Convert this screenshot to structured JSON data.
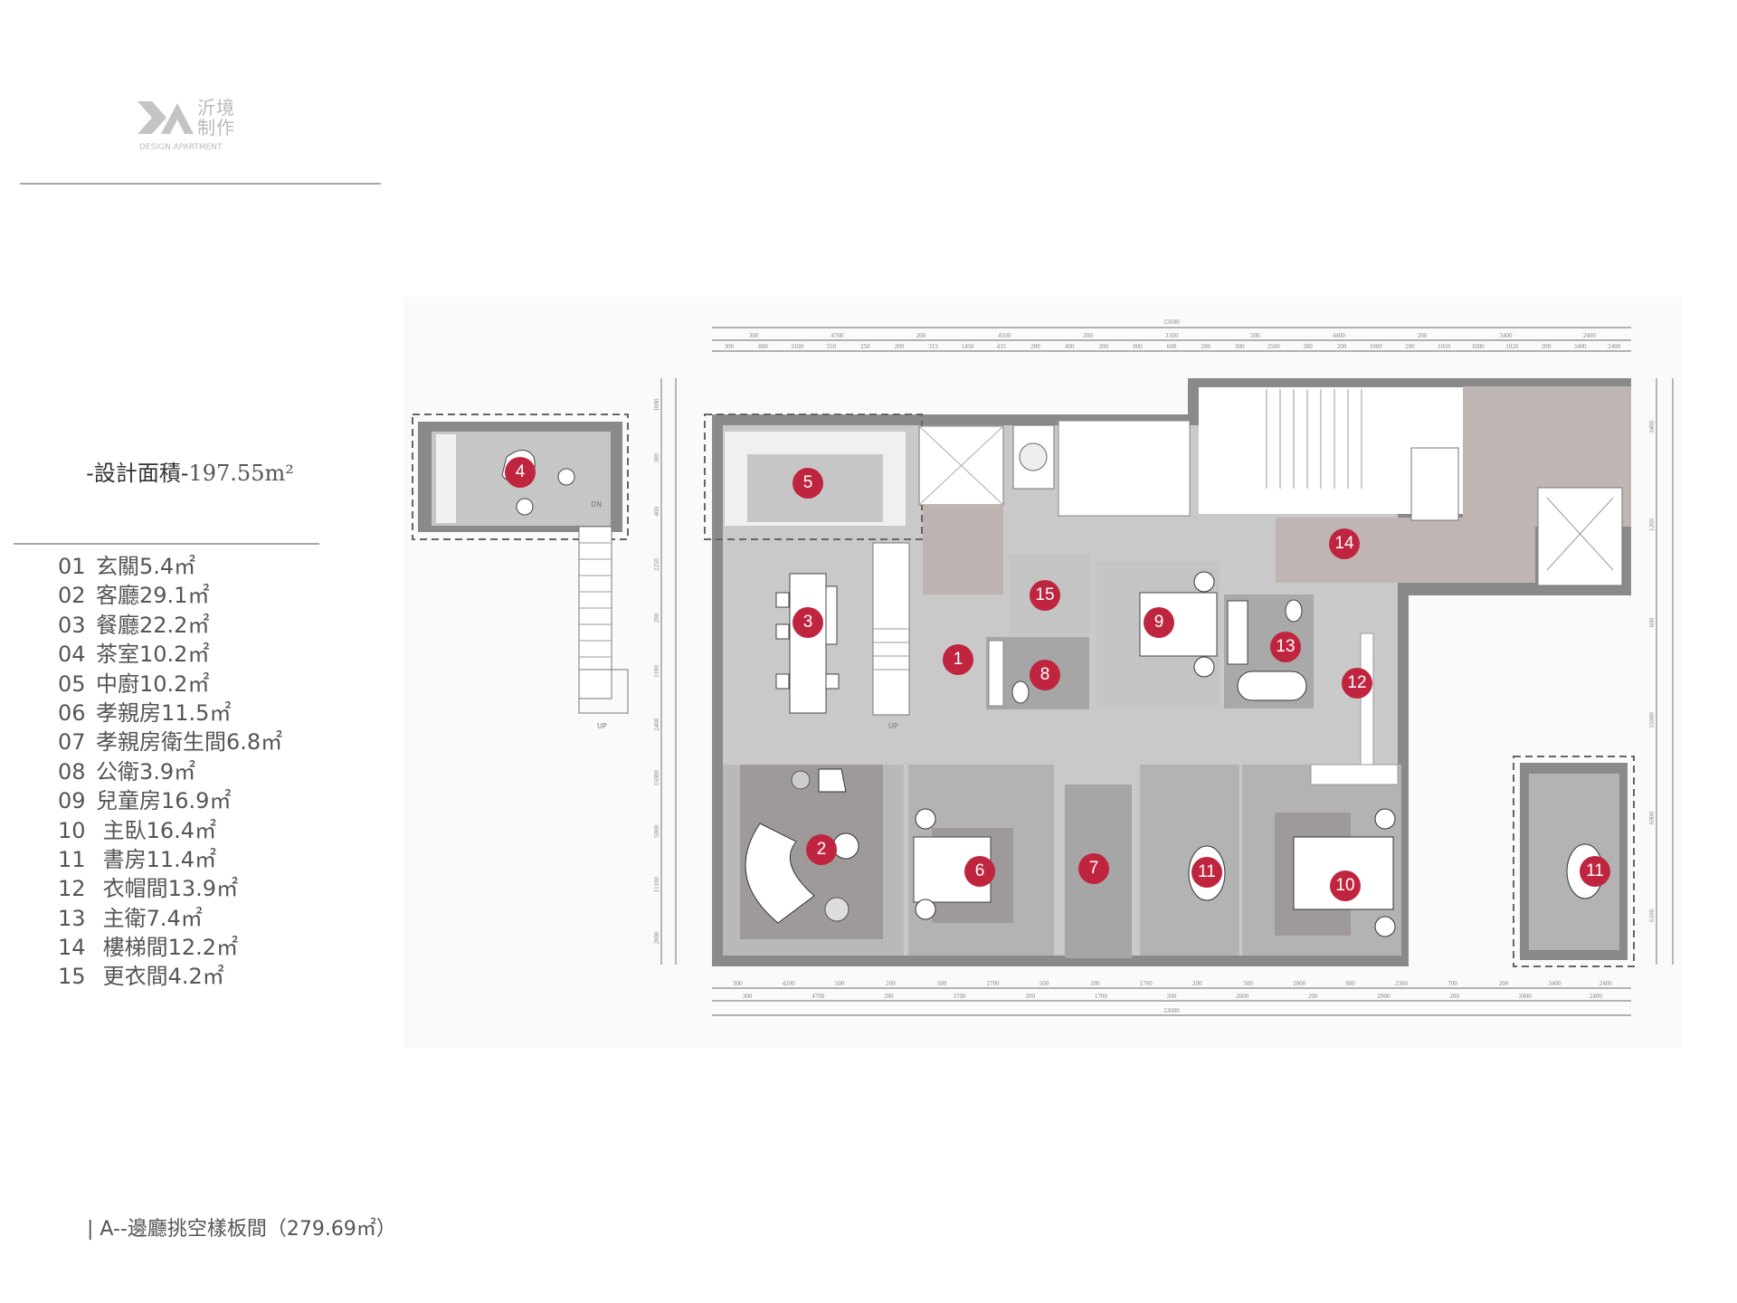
{
  "logo": {
    "mark": ">A",
    "chinese": "沂境制作",
    "english": "DESIGN APARTMENT"
  },
  "design_area": {
    "label": "-設計面積-",
    "value": "197.55m²"
  },
  "legend": [
    {
      "no": "01",
      "name": "玄關",
      "area": "5.4㎡"
    },
    {
      "no": "02",
      "name": "客廳",
      "area": "29.1㎡"
    },
    {
      "no": "03",
      "name": "餐廳",
      "area": "22.2㎡"
    },
    {
      "no": "04",
      "name": "茶室",
      "area": "10.2㎡"
    },
    {
      "no": "05",
      "name": "中廚",
      "area": "10.2㎡"
    },
    {
      "no": "06",
      "name": "孝親房",
      "area": "11.5㎡"
    },
    {
      "no": "07",
      "name": "孝親房衛生間",
      "area": "6.8㎡"
    },
    {
      "no": "08",
      "name": "公衛",
      "area": "3.9㎡"
    },
    {
      "no": "09",
      "name": "兒童房",
      "area": "16.9㎡"
    },
    {
      "no": "10",
      "name": " 主臥",
      "area": "16.4㎡"
    },
    {
      "no": "11",
      "name": " 書房",
      "area": "11.4㎡"
    },
    {
      "no": "12",
      "name": " 衣帽間",
      "area": "13.9㎡"
    },
    {
      "no": "13",
      "name": " 主衛",
      "area": "7.4㎡"
    },
    {
      "no": "14",
      "name": " 樓梯間",
      "area": "12.2㎡"
    },
    {
      "no": "15",
      "name": " 更衣間",
      "area": "4.2㎡"
    }
  ],
  "caption": "| A--邊廳挑空樣板間（279.69㎡）",
  "plan": {
    "markers": [
      "1",
      "2",
      "3",
      "4",
      "5",
      "6",
      "7",
      "8",
      "9",
      "10",
      "11",
      "11",
      "12",
      "13",
      "14",
      "15"
    ],
    "labels": {
      "dn": "DN",
      "up": "UP"
    },
    "dims_top_1": [
      "300",
      "4700",
      "200",
      "4500",
      "200",
      "3100",
      "200",
      "4400",
      "200",
      "3400",
      "2400"
    ],
    "dims_top_2": [
      "300",
      "800",
      "3100",
      "550",
      "250",
      "200",
      "315",
      "1450",
      "435",
      "200",
      "400",
      "200",
      "900",
      "600",
      "200",
      "300",
      "2500",
      "300",
      "200",
      "1000",
      "200",
      "1050",
      "1000",
      "1020",
      "200",
      "3400",
      "2400"
    ],
    "dims_bottom_1": [
      "300",
      "4200",
      "500",
      "200",
      "500",
      "2700",
      "500",
      "200",
      "1700",
      "200",
      "500",
      "2000",
      "900",
      "2300",
      "700",
      "200",
      "3400",
      "2400"
    ],
    "dims_bottom_2": [
      "300",
      "4700",
      "200",
      "3700",
      "200",
      "1700",
      "200",
      "2600",
      "200",
      "2900",
      "200",
      "3400",
      "2400"
    ],
    "dims_total": "23600",
    "dims_left": [
      "1000",
      "300",
      "400",
      "2250",
      "200",
      "1100",
      "2400",
      "15000",
      "5000",
      "11100",
      "2000"
    ],
    "dims_right": [
      "3400",
      "1200",
      "600",
      "15000",
      "6900",
      "6100"
    ],
    "colors": {
      "marker": "#c0253f",
      "wall": "#7d7d7d",
      "floor": "#c9c9c9",
      "stair_hall": "#bfb6b3",
      "rug": "#9e9a99"
    }
  }
}
